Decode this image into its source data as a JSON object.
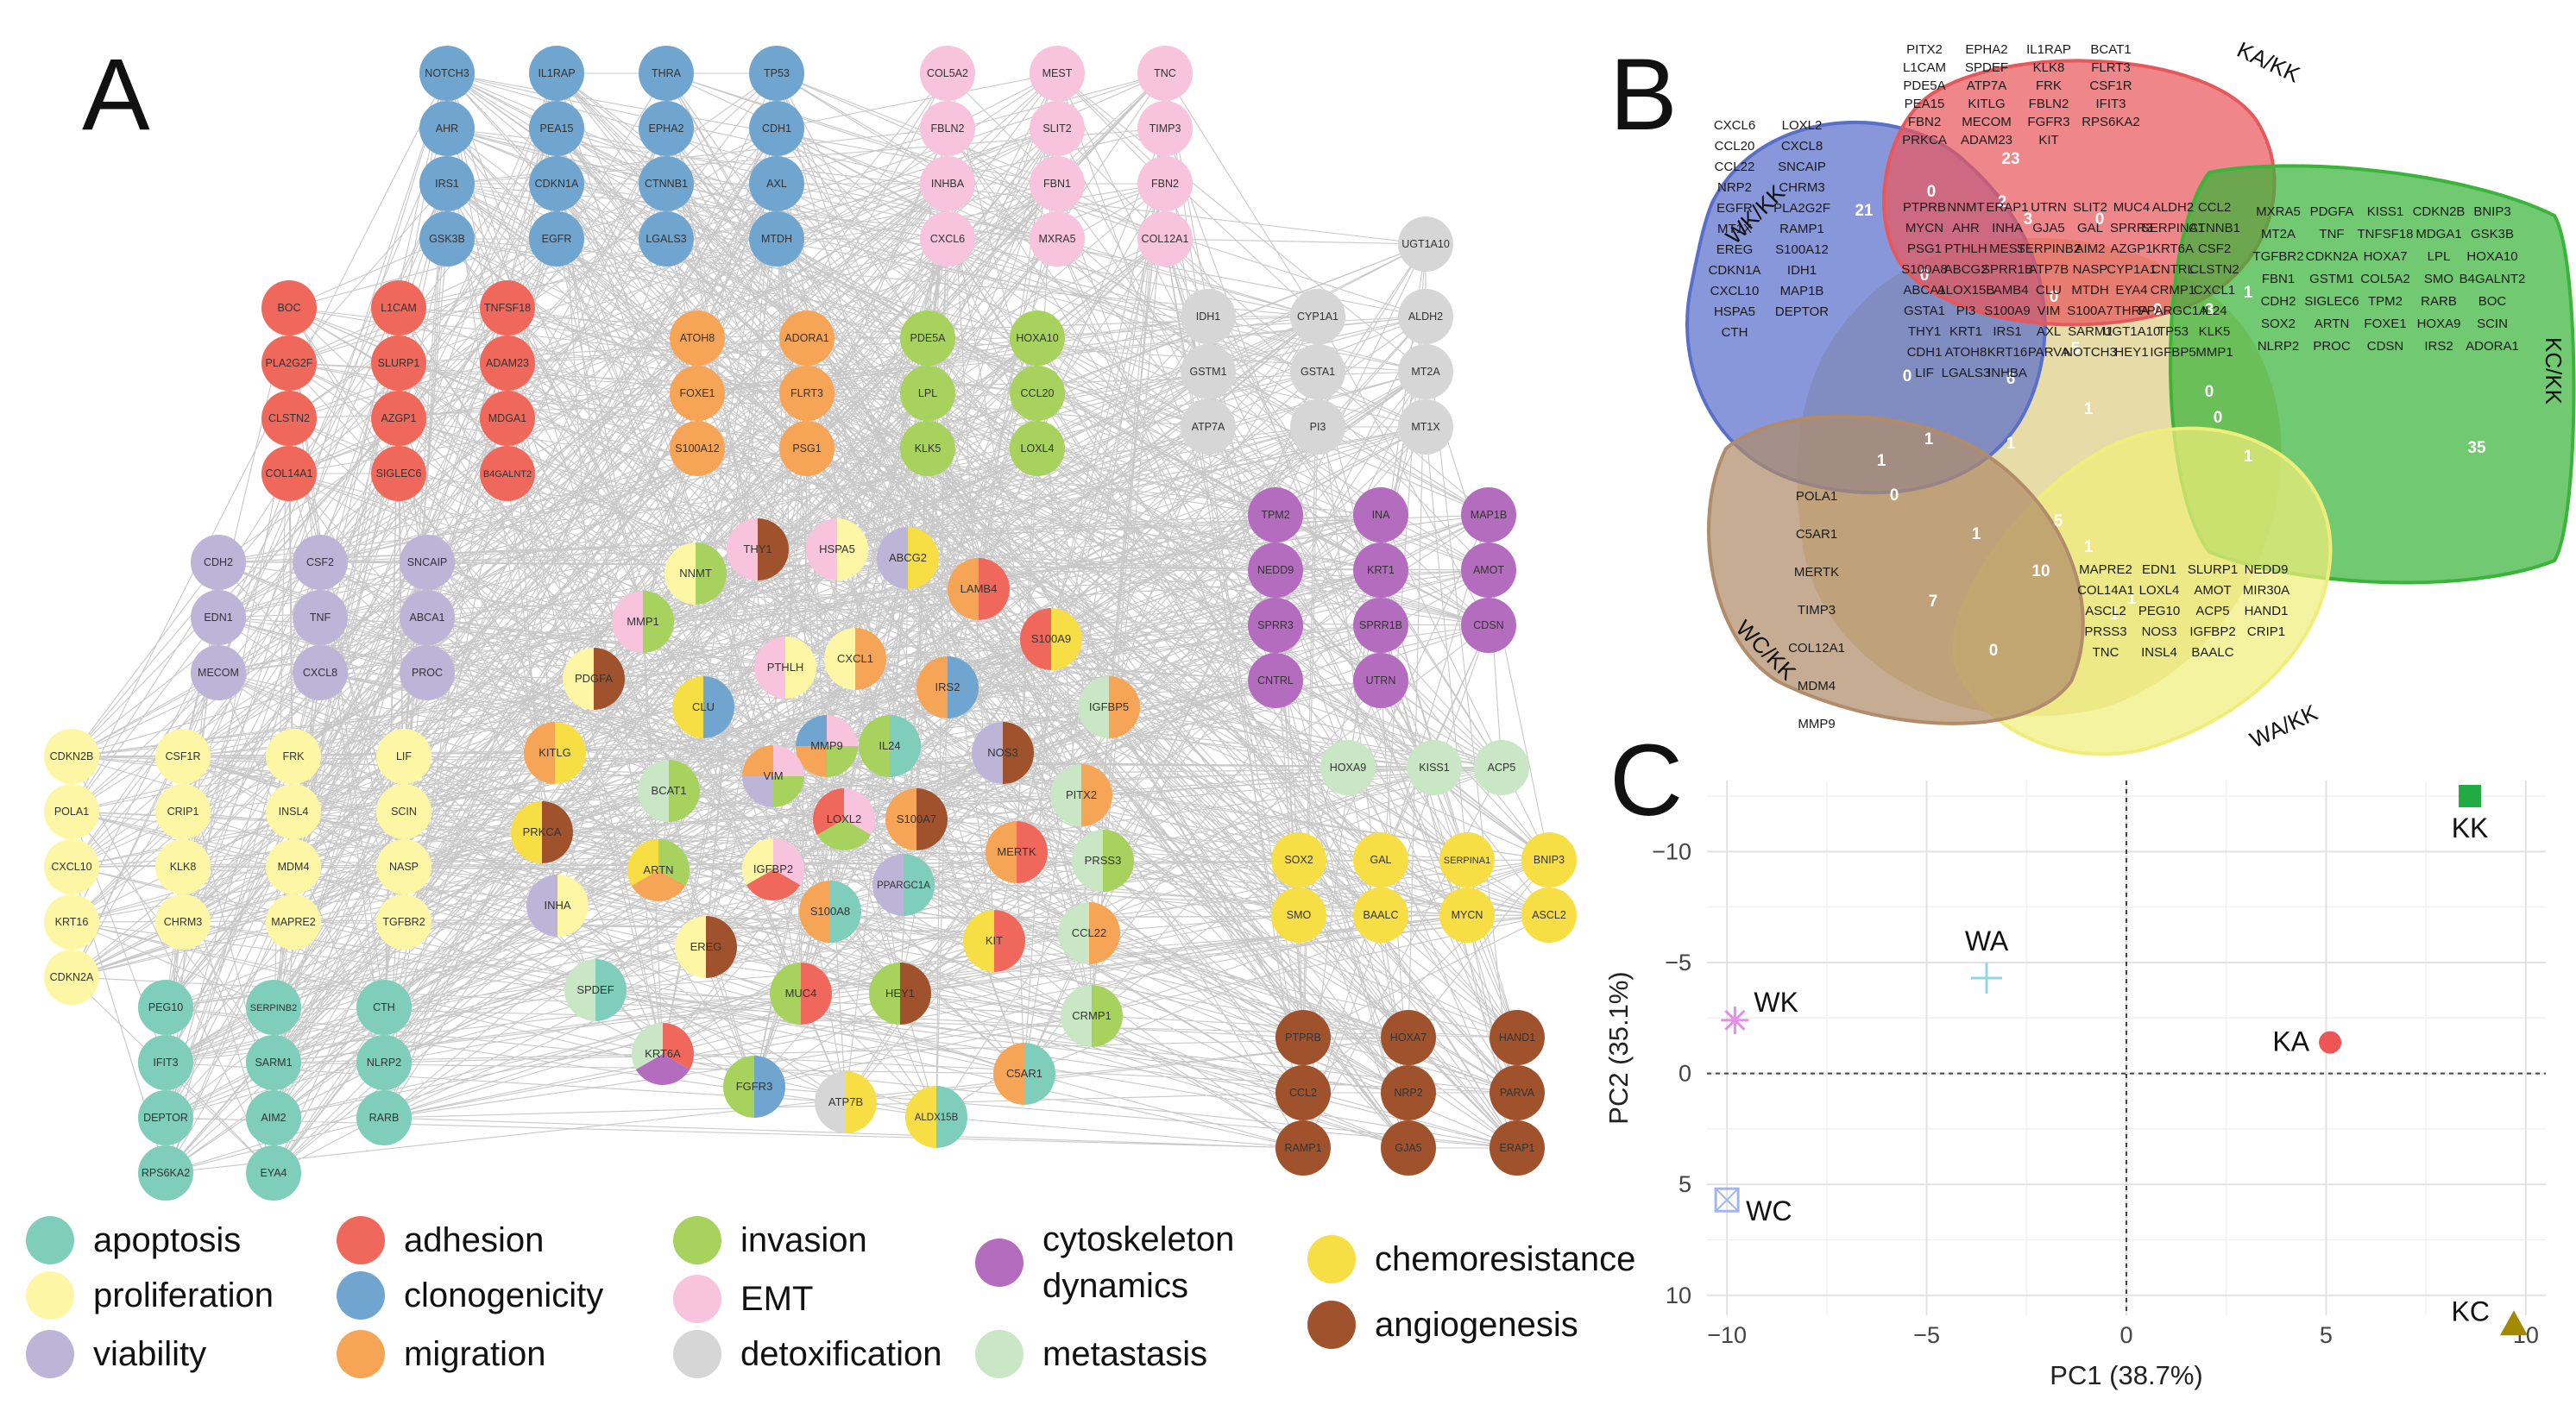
{
  "panels": {
    "a": "A",
    "b": "B",
    "c": "C"
  },
  "colors": {
    "apoptosis": "#7fcdbb",
    "proliferation": "#fdf7a5",
    "viability": "#bcb5d8",
    "adhesion": "#f0675c",
    "clonogenicity": "#6fa5cf",
    "migration": "#f6a455",
    "invasion": "#a6d25d",
    "EMT": "#f8c3dc",
    "detoxification": "#d6d6d6",
    "cytoskeleton": "#b46cbe",
    "metastasis": "#c9e7c4",
    "chemoresistance": "#f7de45",
    "angiogenesis": "#a0522d",
    "edge": "#9b9b9b"
  },
  "legend": [
    {
      "key": "apoptosis",
      "label": "apoptosis"
    },
    {
      "key": "proliferation",
      "label": "proliferation"
    },
    {
      "key": "viability",
      "label": "viability"
    },
    {
      "key": "adhesion",
      "label": "adhesion"
    },
    {
      "key": "clonogenicity",
      "label": "clonogenicity"
    },
    {
      "key": "migration",
      "label": "migration"
    },
    {
      "key": "invasion",
      "label": "invasion"
    },
    {
      "key": "EMT",
      "label": "EMT"
    },
    {
      "key": "detoxification",
      "label": "detoxification"
    },
    {
      "key": "cytoskeleton",
      "label": "cytoskeleton dynamics"
    },
    {
      "key": "metastasis",
      "label": "metastasis"
    },
    {
      "key": "chemoresistance",
      "label": "chemoresistance"
    },
    {
      "key": "angiogenesis",
      "label": "angiogenesis"
    }
  ],
  "network": {
    "stacks": [
      {
        "cat": "clonogenicity",
        "genes": [
          "NOTCH3",
          "AHR",
          "IRS1",
          "GSK3B"
        ]
      },
      {
        "cat": "clonogenicity",
        "genes": [
          "IL1RAP",
          "PEA15",
          "CDKN1A",
          "EGFR"
        ]
      },
      {
        "cat": "clonogenicity",
        "genes": [
          "THRA",
          "EPHA2",
          "CTNNB1",
          "LGALS3"
        ]
      },
      {
        "cat": "clonogenicity",
        "genes": [
          "TP53",
          "CDH1",
          "AXL",
          "MTDH"
        ]
      },
      {
        "cat": "EMT",
        "genes": [
          "COL5A2",
          "FBLN2",
          "INHBA",
          "CXCL6"
        ]
      },
      {
        "cat": "EMT",
        "genes": [
          "MEST",
          "SLIT2",
          "FBN1",
          "MXRA5"
        ]
      },
      {
        "cat": "EMT",
        "genes": [
          "TNC",
          "TIMP3",
          "FBN2",
          "COL12A1"
        ]
      },
      {
        "cat": "detoxification",
        "genes": [
          "UGT1A10"
        ]
      },
      {
        "cat": "adhesion",
        "genes": [
          "BOC",
          "PLA2G2F",
          "CLSTN2",
          "COL14A1"
        ]
      },
      {
        "cat": "adhesion",
        "genes": [
          "L1CAM",
          "SLURP1",
          "AZGP1",
          "SIGLEC6"
        ]
      },
      {
        "cat": "adhesion",
        "genes": [
          "TNFSF18",
          "ADAM23",
          "MDGA1",
          "B4GALNT2"
        ]
      },
      {
        "cat": "migration",
        "genes": [
          "ATOH8",
          "FOXE1",
          "S100A12"
        ]
      },
      {
        "cat": "migration",
        "genes": [
          "ADORA1",
          "FLRT3",
          "PSG1"
        ]
      },
      {
        "cat": "invasion",
        "genes": [
          "PDE5A",
          "LPL",
          "KLK5"
        ]
      },
      {
        "cat": "invasion",
        "genes": [
          "HOXA10",
          "CCL20",
          "LOXL4"
        ]
      },
      {
        "cat": "detoxification",
        "genes": [
          "IDH1",
          "GSTM1",
          "ATP7A"
        ]
      },
      {
        "cat": "detoxification",
        "genes": [
          "CYP1A1",
          "GSTA1",
          "PI3"
        ]
      },
      {
        "cat": "detoxification",
        "genes": [
          "ALDH2",
          "MT2A",
          "MT1X"
        ]
      },
      {
        "cat": "viability",
        "genes": [
          "CDH2",
          "EDN1",
          "MECOM"
        ]
      },
      {
        "cat": "viability",
        "genes": [
          "CSF2",
          "TNF",
          "CXCL8"
        ]
      },
      {
        "cat": "viability",
        "genes": [
          "SNCAIP",
          "ABCA1",
          "PROC"
        ]
      },
      {
        "cat": "cytoskeleton",
        "genes": [
          "TPM2",
          "NEDD9",
          "SPRR3",
          "CNTRL"
        ]
      },
      {
        "cat": "cytoskeleton",
        "genes": [
          "INA",
          "KRT1",
          "SPRR1B",
          "UTRN"
        ]
      },
      {
        "cat": "cytoskeleton",
        "genes": [
          "MAP1B",
          "AMOT",
          "CDSN"
        ]
      },
      {
        "cat": "proliferation",
        "genes": [
          "CDKN2B",
          "POLA1",
          "CXCL10",
          "KRT16",
          "CDKN2A"
        ]
      },
      {
        "cat": "proliferation",
        "genes": [
          "CSF1R",
          "CRIP1",
          "KLK8",
          "CHRM3"
        ]
      },
      {
        "cat": "proliferation",
        "genes": [
          "FRK",
          "INSL4",
          "MDM4",
          "MAPRE2"
        ]
      },
      {
        "cat": "proliferation",
        "genes": [
          "LIF",
          "SCIN",
          "NASP",
          "TGFBR2"
        ]
      },
      {
        "cat": "metastasis",
        "genes": [
          "HOXA9"
        ]
      },
      {
        "cat": "metastasis",
        "genes": [
          "KISS1"
        ]
      },
      {
        "cat": "metastasis",
        "genes": [
          "ACP5"
        ]
      },
      {
        "cat": "chemoresistance",
        "genes": [
          "SOX2",
          "SMO"
        ]
      },
      {
        "cat": "chemoresistance",
        "genes": [
          "GAL",
          "BAALC"
        ]
      },
      {
        "cat": "chemoresistance",
        "genes": [
          "SERPINA1",
          "MYCN"
        ]
      },
      {
        "cat": "chemoresistance",
        "genes": [
          "BNIP3",
          "ASCL2"
        ]
      },
      {
        "cat": "apoptosis",
        "genes": [
          "PEG10",
          "IFIT3",
          "DEPTOR",
          "RPS6KA2"
        ]
      },
      {
        "cat": "apoptosis",
        "genes": [
          "SERPINB2",
          "SARM1",
          "AIM2",
          "EYA4"
        ]
      },
      {
        "cat": "apoptosis",
        "genes": [
          "CTH",
          "NLRP2",
          "RARB"
        ]
      },
      {
        "cat": "angiogenesis",
        "genes": [
          "PTPRB",
          "CCL2",
          "RAMP1"
        ]
      },
      {
        "cat": "angiogenesis",
        "genes": [
          "HOXA7",
          "NRP2",
          "GJA5"
        ]
      },
      {
        "cat": "angiogenesis",
        "genes": [
          "HAND1",
          "PARVA",
          "ERAP1"
        ]
      }
    ],
    "multi": [
      {
        "gene": "THY1",
        "cats": [
          "angiogenesis",
          "EMT"
        ]
      },
      {
        "gene": "HSPA5",
        "cats": [
          "proliferation",
          "EMT"
        ]
      },
      {
        "gene": "ABCG2",
        "cats": [
          "chemoresistance",
          "viability"
        ]
      },
      {
        "gene": "NNMT",
        "cats": [
          "invasion",
          "proliferation"
        ]
      },
      {
        "gene": "MMP1",
        "cats": [
          "invasion",
          "EMT"
        ]
      },
      {
        "gene": "LAMB4",
        "cats": [
          "adhesion",
          "migration"
        ]
      },
      {
        "gene": "PDGFA",
        "cats": [
          "angiogenesis",
          "proliferation"
        ]
      },
      {
        "gene": "PTHLH",
        "cats": [
          "proliferation",
          "EMT"
        ]
      },
      {
        "gene": "CXCL1",
        "cats": [
          "migration",
          "proliferation"
        ]
      },
      {
        "gene": "S100A9",
        "cats": [
          "chemoresistance",
          "adhesion"
        ]
      },
      {
        "gene": "CLU",
        "cats": [
          "clonogenicity",
          "chemoresistance"
        ]
      },
      {
        "gene": "IRS2",
        "cats": [
          "clonogenicity",
          "migration"
        ]
      },
      {
        "gene": "IGFBP5",
        "cats": [
          "migration",
          "metastasis"
        ]
      },
      {
        "gene": "KITLG",
        "cats": [
          "chemoresistance",
          "migration"
        ]
      },
      {
        "gene": "MMP9",
        "cats": [
          "EMT",
          "invasion",
          "migration",
          "clonogenicity"
        ]
      },
      {
        "gene": "IL24",
        "cats": [
          "apoptosis",
          "invasion"
        ]
      },
      {
        "gene": "NOS3",
        "cats": [
          "angiogenesis",
          "viability"
        ]
      },
      {
        "gene": "BCAT1",
        "cats": [
          "invasion",
          "metastasis"
        ]
      },
      {
        "gene": "VIM",
        "cats": [
          "EMT",
          "invasion",
          "viability",
          "migration"
        ]
      },
      {
        "gene": "LOXL2",
        "cats": [
          "EMT",
          "invasion",
          "adhesion"
        ]
      },
      {
        "gene": "S100A7",
        "cats": [
          "angiogenesis",
          "migration"
        ]
      },
      {
        "gene": "PITX2",
        "cats": [
          "migration",
          "metastasis"
        ]
      },
      {
        "gene": "PRKCA",
        "cats": [
          "angiogenesis",
          "chemoresistance"
        ]
      },
      {
        "gene": "MERTK",
        "cats": [
          "adhesion",
          "migration"
        ]
      },
      {
        "gene": "ARTN",
        "cats": [
          "invasion",
          "migration",
          "chemoresistance"
        ]
      },
      {
        "gene": "IGFBP2",
        "cats": [
          "EMT",
          "adhesion",
          "proliferation"
        ]
      },
      {
        "gene": "PPARGC1A",
        "cats": [
          "apoptosis",
          "viability"
        ]
      },
      {
        "gene": "PRSS3",
        "cats": [
          "invasion",
          "metastasis"
        ]
      },
      {
        "gene": "INHA",
        "cats": [
          "proliferation",
          "viability"
        ]
      },
      {
        "gene": "S100A8",
        "cats": [
          "apoptosis",
          "migration"
        ]
      },
      {
        "gene": "EREG",
        "cats": [
          "angiogenesis",
          "proliferation"
        ]
      },
      {
        "gene": "KIT",
        "cats": [
          "adhesion",
          "chemoresistance"
        ]
      },
      {
        "gene": "CCL22",
        "cats": [
          "migration",
          "metastasis"
        ]
      },
      {
        "gene": "SPDEF",
        "cats": [
          "apoptosis",
          "metastasis"
        ]
      },
      {
        "gene": "MUC4",
        "cats": [
          "adhesion",
          "invasion"
        ]
      },
      {
        "gene": "HEY1",
        "cats": [
          "angiogenesis",
          "invasion"
        ]
      },
      {
        "gene": "CRMP1",
        "cats": [
          "invasion",
          "metastasis"
        ]
      },
      {
        "gene": "KRT6A",
        "cats": [
          "adhesion",
          "cytoskeleton",
          "metastasis"
        ]
      },
      {
        "gene": "FGFR3",
        "cats": [
          "clonogenicity",
          "invasion"
        ]
      },
      {
        "gene": "ATP7B",
        "cats": [
          "chemoresistance",
          "detoxification"
        ]
      },
      {
        "gene": "ALDX15B",
        "cats": [
          "apoptosis",
          "chemoresistance"
        ]
      },
      {
        "gene": "C5AR1",
        "cats": [
          "apoptosis",
          "migration"
        ]
      }
    ]
  },
  "venn": {
    "sets": [
      {
        "name": "WK/KK",
        "color": "#5a6fca"
      },
      {
        "name": "KA/KK",
        "color": "#e7585d"
      },
      {
        "name": "KC/KK",
        "color": "#3ab43a"
      },
      {
        "name": "WA/KK",
        "color": "#f0ee7a"
      },
      {
        "name": "WC/KK",
        "color": "#b08c6a"
      }
    ],
    "counts": [
      "21",
      "0",
      "23",
      "2",
      "3",
      "0",
      "0",
      "0",
      "0",
      "0",
      "3",
      "0",
      "0",
      "1",
      "6",
      "1",
      "5",
      "1",
      "35",
      "1",
      "1",
      "1",
      "0",
      "1",
      "5",
      "1",
      "10",
      "7",
      "1",
      "1",
      "0"
    ],
    "genes_wk": [
      "CXCL6",
      "LOXL2",
      "CCL20",
      "CXCL8",
      "CCL22",
      "SNCAIP",
      "NRP2",
      "CHRM3",
      "EGFR",
      "PLA2G2F",
      "MT1X",
      "RAMP1",
      "EREG",
      "S100A12",
      "CDKN1A",
      "IDH1",
      "CXCL10",
      "MAP1B",
      "HSPA5",
      "DEPTOR",
      "CTH"
    ],
    "genes_ka": [
      "PITX2",
      "EPHA2",
      "IL1RAP",
      "BCAT1",
      "L1CAM",
      "SPDEF",
      "KLK8",
      "FLRT3",
      "PDE5A",
      "ATP7A",
      "FRK",
      "CSF1R",
      "PEA15",
      "KITLG",
      "FBLN2",
      "IFIT3",
      "FBN2",
      "MECOM",
      "FGFR3",
      "RPS6KA2",
      "PRKCA",
      "ADAM23",
      "KIT"
    ],
    "genes_kc": [
      "MXRA5",
      "PDGFA",
      "KISS1",
      "CDKN2B",
      "BNIP3",
      "MT2A",
      "TNF",
      "TNFSF18",
      "MDGA1",
      "GSK3B",
      "TGFBR2",
      "CDKN2A",
      "HOXA7",
      "LPL",
      "HOXA10",
      "FBN1",
      "GSTM1",
      "COL5A2",
      "SMO",
      "B4GALNT2",
      "CDH2",
      "SIGLEC6",
      "TPM2",
      "RARB",
      "BOC",
      "SOX2",
      "ARTN",
      "FOXE1",
      "HOXA9",
      "SCIN",
      "NLRP2",
      "PROC",
      "CDSN",
      "IRS2",
      "ADORA1"
    ],
    "genes_wa": [
      "MAPRE2",
      "EDN1",
      "SLURP1",
      "NEDD9",
      "COL14A1",
      "LOXL4",
      "AMOT",
      "MIR30A",
      "ASCL2",
      "PEG10",
      "ACP5",
      "HAND1",
      "PRSS3",
      "NOS3",
      "IGFBP2",
      "CRIP1",
      "TNC",
      "INSL4",
      "BAALC"
    ],
    "genes_wc": [
      "POLA1",
      "C5AR1",
      "MERTK",
      "TIMP3",
      "COL12A1",
      "MDM4",
      "MMP9"
    ],
    "genes_center": [
      "PTPRB",
      "NNMT",
      "ERAP1",
      "UTRN",
      "SLIT2",
      "MUC4",
      "ALDH2",
      "CCL2",
      "MYCN",
      "AHR",
      "INHA",
      "GJA5",
      "GAL",
      "SPRR3",
      "SERPINA1",
      "CTNNB1",
      "PSG1",
      "PTHLH",
      "MEST",
      "SERPINB2",
      "AIM2",
      "AZGP1",
      "KRT6A",
      "CSF2",
      "S100A8",
      "ABCG2",
      "SPRR1B",
      "ATP7B",
      "NASP",
      "CYP1A1",
      "CNTRL",
      "CLSTN2",
      "ABCA1",
      "ALOX15B",
      "LAMB4",
      "CLU",
      "MTDH",
      "EYA4",
      "CRMP1",
      "CXCL1",
      "GSTA1",
      "PI3",
      "S100A9",
      "VIM",
      "S100A7",
      "THRA",
      "PPARGC1A",
      "IL24",
      "THY1",
      "KRT1",
      "IRS1",
      "AXL",
      "SARM1",
      "UGT1A10",
      "TP53",
      "KLK5",
      "CDH1",
      "ATOH8",
      "KRT16",
      "PARVA",
      "NOTCH3",
      "HEY1",
      "IGFBP5",
      "MMP1",
      "LIF",
      "LGALS3",
      "INHBA"
    ]
  },
  "pca": {
    "xlabel": "PC1 (38.7%)",
    "ylabel": "PC2 (35.1%)",
    "xticks": [
      "−10",
      "−5",
      "0",
      "5",
      "10"
    ],
    "yticks": [
      "10",
      "5",
      "0",
      "−5",
      "−10"
    ]
  },
  "chart_data": {
    "type": "scatter",
    "xlabel": "PC1 (38.7%)",
    "ylabel": "PC2 (35.1%)",
    "xlim": [
      -10.5,
      10.5
    ],
    "ylim": [
      -10.9,
      13.2
    ],
    "grid": true,
    "points": [
      {
        "label": "KK",
        "x": 8.6,
        "y": 12.5,
        "color": "#22aa44",
        "marker": "square"
      },
      {
        "label": "WA",
        "x": -3.5,
        "y": 4.3,
        "color": "#8fd8e0",
        "marker": "plus"
      },
      {
        "label": "WK",
        "x": -9.8,
        "y": 2.4,
        "color": "#e48fe4",
        "marker": "asterisk"
      },
      {
        "label": "KA",
        "x": 5.1,
        "y": 1.4,
        "color": "#ee5555",
        "marker": "circle"
      },
      {
        "label": "WC",
        "x": -10.0,
        "y": -5.7,
        "color": "#9fb7f0",
        "marker": "boxx"
      },
      {
        "label": "KC",
        "x": 9.7,
        "y": -11.3,
        "color": "#a08a00",
        "marker": "triangle"
      }
    ]
  }
}
